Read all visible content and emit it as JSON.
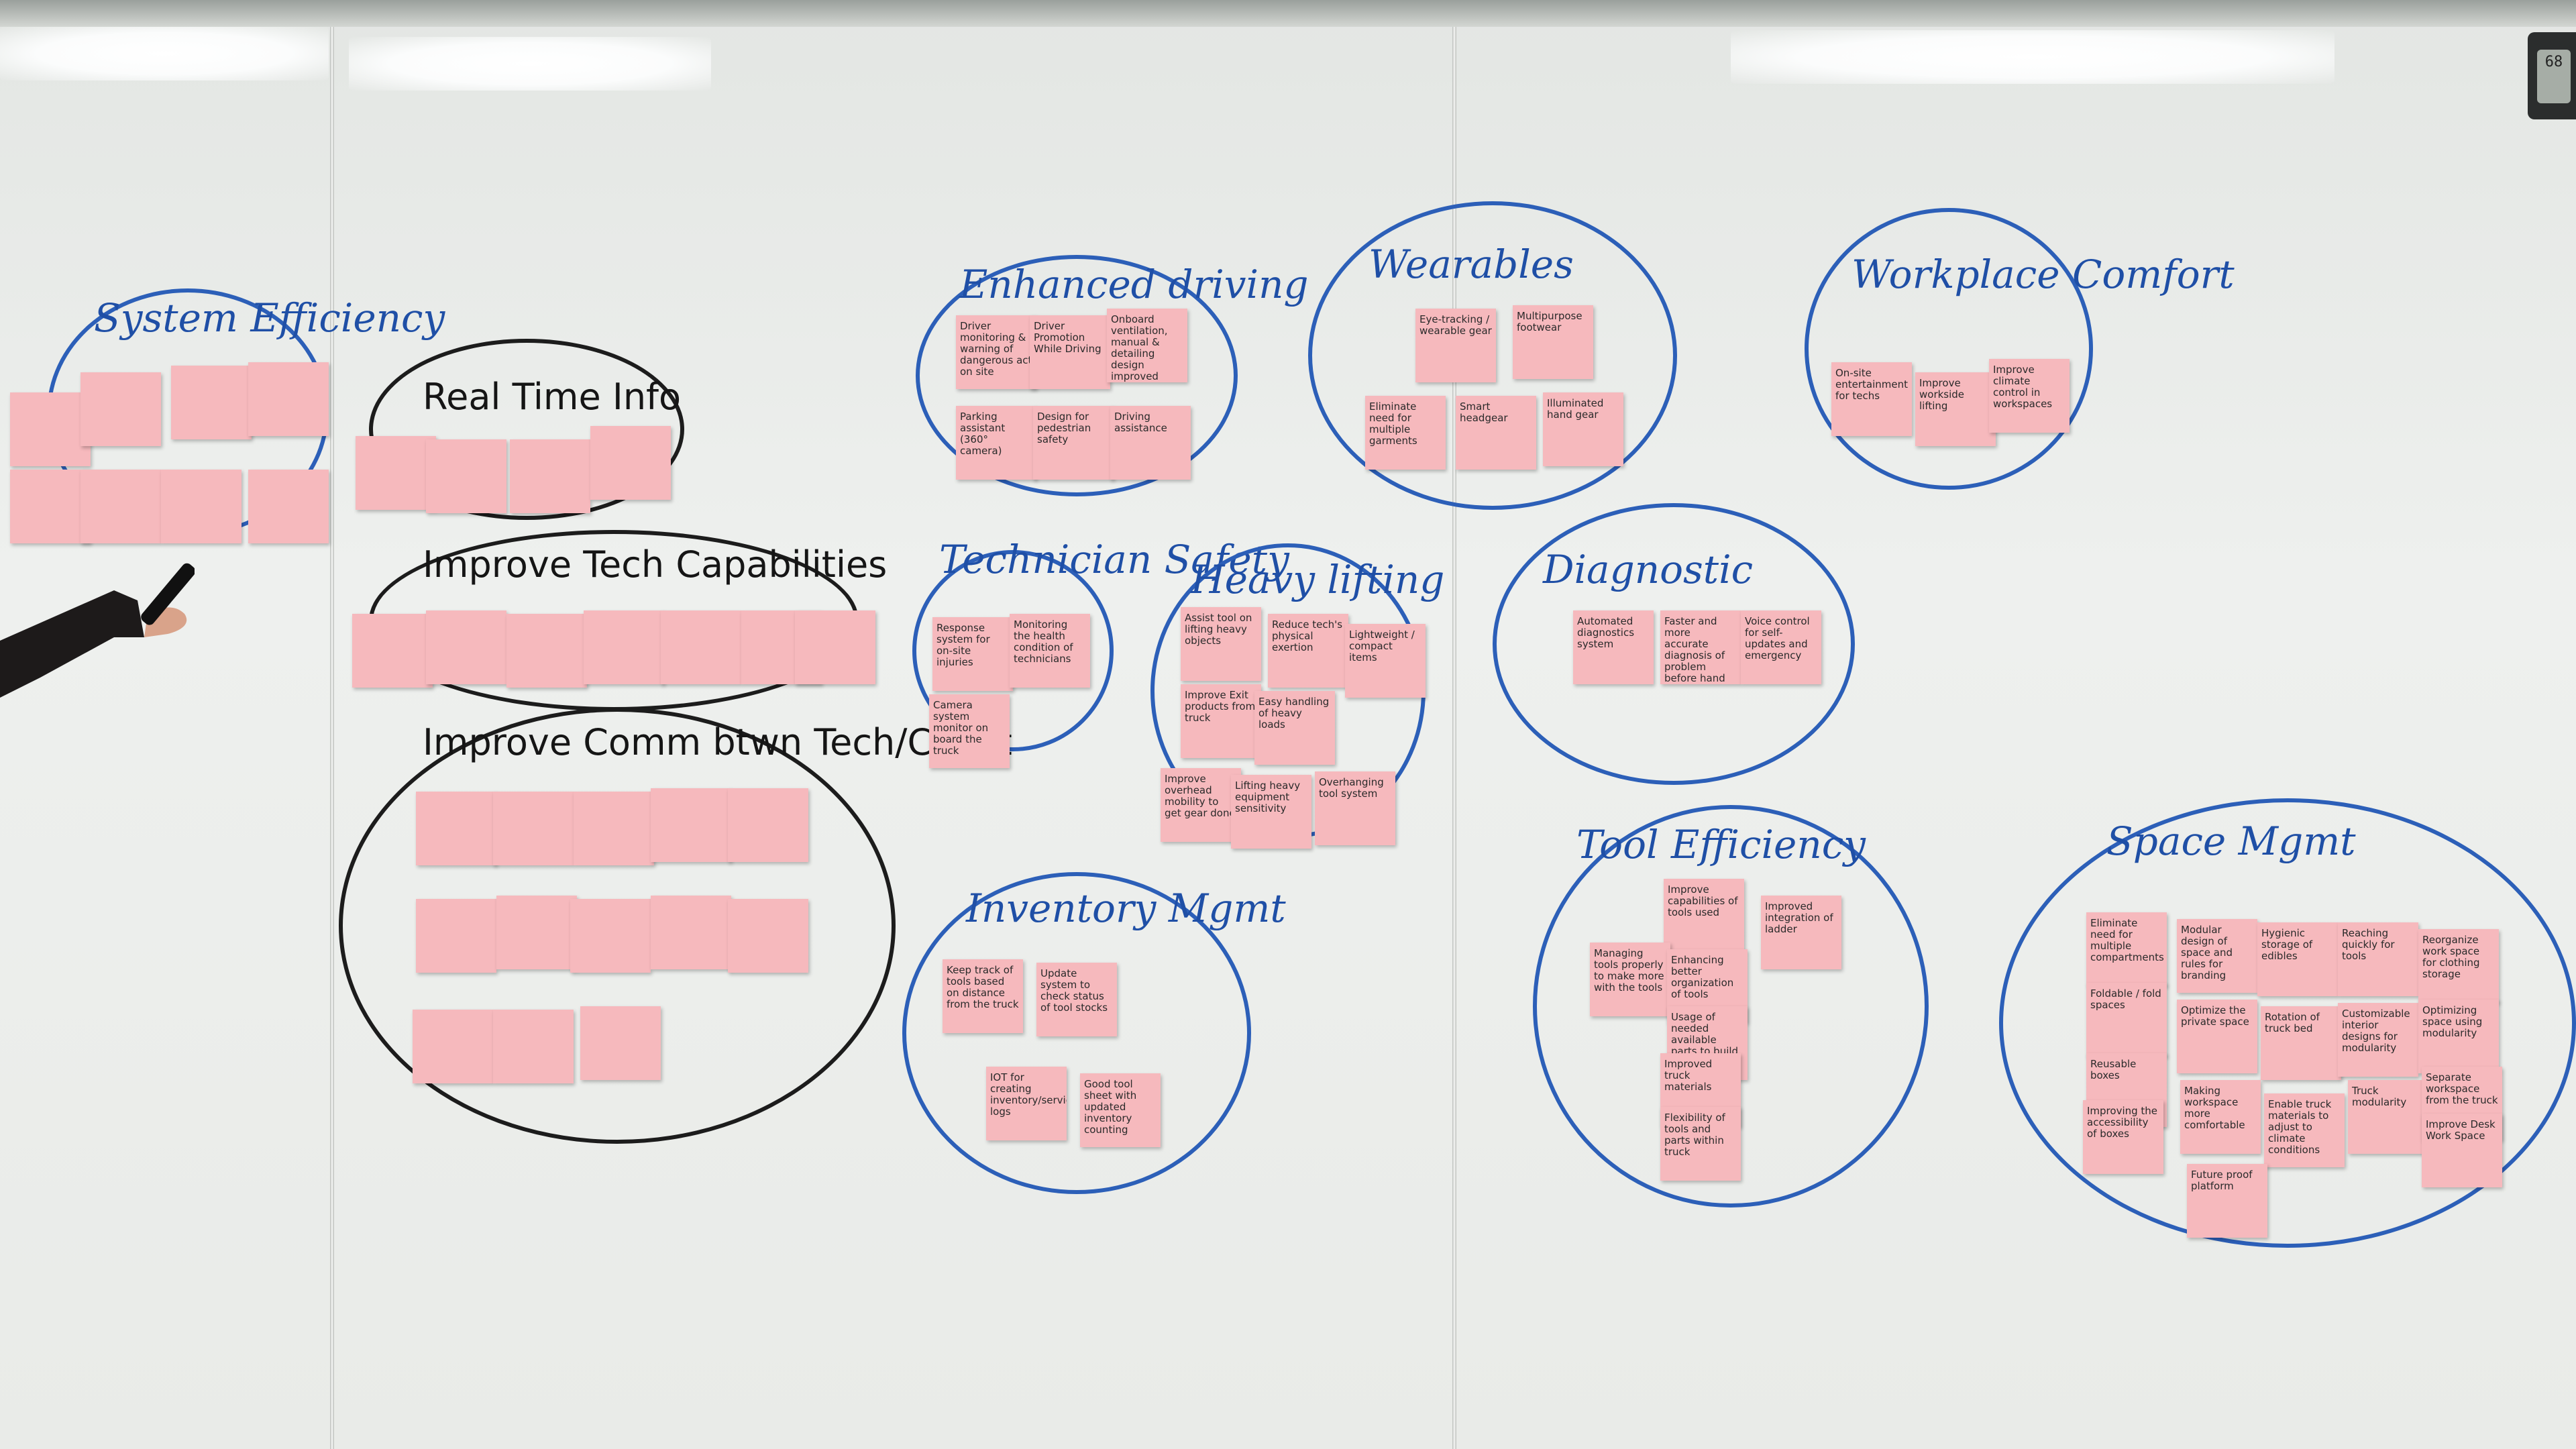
{
  "colors": {
    "board": "#eceeec",
    "note": "#f6b9bd",
    "blue_marker": "#1f4fa6",
    "black_marker": "#151515"
  },
  "clock": {
    "readout": "68"
  },
  "clusters": [
    {
      "title": "System Efficiency",
      "notes": []
    },
    {
      "title": "Real Time Info",
      "notes": []
    },
    {
      "title": "Improve Tech Capabilities",
      "notes": []
    },
    {
      "title": "Improve Comm btwn Tech/Client",
      "notes": []
    },
    {
      "title": "Enhanced driving",
      "notes": [
        "Driver monitoring & warning of dangerous act on site",
        "Driver Promotion While Driving",
        "Onboard ventilation, manual & detailing design improved",
        "Parking assistant (360° camera)",
        "Design for pedestrian safety",
        "Driving assistance"
      ]
    },
    {
      "title": "Wearables",
      "notes": [
        "Eye-tracking / wearable gear",
        "Multipurpose footwear",
        "Eliminate need for multiple garments",
        "Smart headgear",
        "Illuminated hand gear"
      ]
    },
    {
      "title": "Workplace Comfort",
      "notes": [
        "On-site entertainment for techs",
        "Improve workside lifting",
        "Improve climate control in workspaces"
      ]
    },
    {
      "title": "Technician Safety",
      "notes": [
        "Response system for on-site injuries",
        "Monitoring the health condition of technicians",
        "Camera system monitor on board the truck"
      ]
    },
    {
      "title": "Heavy lifting",
      "notes": [
        "Assist tool on lifting heavy objects",
        "Reduce tech's physical exertion",
        "Lightweight / compact items",
        "Improve Exit products from truck",
        "Easy handling of heavy loads",
        "Improve overhead mobility to get gear done",
        "Lifting heavy equipment sensitivity",
        "Overhanging tool system"
      ]
    },
    {
      "title": "Diagnostic",
      "notes": [
        "Automated diagnostics system",
        "Faster and more accurate diagnosis of problem before hand",
        "Voice control for self-updates and emergency"
      ]
    },
    {
      "title": "Inventory Mgmt",
      "notes": [
        "Keep track of tools based on distance from the truck",
        "Update system to check status of tool stocks",
        "IOT for creating inventory/service logs",
        "Good tool sheet with updated inventory counting"
      ]
    },
    {
      "title": "Tool Efficiency",
      "notes": [
        "Improve capabilities of tools used",
        "Improved integration of ladder",
        "Managing tools properly to make more with the tools",
        "Enhancing better organization of tools",
        "Usage of needed available parts to build tools",
        "Improved truck materials",
        "Flexibility of tools and parts within truck"
      ]
    },
    {
      "title": "Space Mgmt",
      "notes": [
        "Eliminate need for multiple compartments",
        "Modular design of space and rules for branding",
        "Hygienic storage of edibles",
        "Reaching quickly for tools",
        "Reorganize work space for clothing storage",
        "Foldable / fold spaces",
        "Optimize the private space",
        "Rotation of truck bed",
        "Customizable interior designs for modularity",
        "Optimizing space using modularity",
        "Reusable boxes",
        "Making workspace more comfortable",
        "Enable truck materials to adjust to climate conditions",
        "Truck modularity",
        "Separate workspace from the truck",
        "Improving the accessibility of boxes",
        "Improve Desk Work Space",
        "Future proof platform"
      ]
    }
  ]
}
